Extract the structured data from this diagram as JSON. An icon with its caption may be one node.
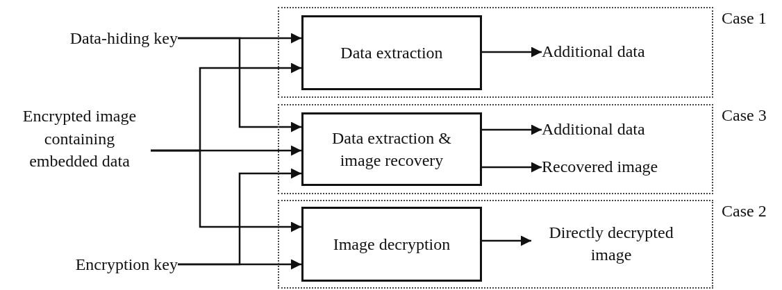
{
  "diagram": {
    "nodes": [
      {
        "text": [
          "Data-hiding key"
        ]
      },
      {
        "text": [
          "Encrypted image containing embedded data"
        ]
      },
      {
        "text": [
          "Encryption key"
        ]
      },
      {
        "text": [
          "Case 1"
        ]
      },
      {
        "text": [
          "Data extraction"
        ],
        "in": 3
      },
      {
        "text": [
          "Additional data"
        ],
        "in": 3
      },
      {
        "text": [
          "Case 3"
        ]
      },
      {
        "text": [
          "Data extraction & image recovery"
        ],
        "in": 6
      },
      {
        "text": [
          "Additional data"
        ],
        "in": 6
      },
      {
        "text": [
          "Recovered image"
        ],
        "in": 6
      },
      {
        "text": [
          "Case 2"
        ]
      },
      {
        "text": [
          "Image decryption"
        ],
        "in": 10
      },
      {
        "text": [
          "Directly decrypted image"
        ],
        "in": 10
      }
    ],
    "edges": [
      {
        "from": 0,
        "to": 4,
        "arrow": "to"
      },
      {
        "from": 0,
        "to": 7,
        "arrow": "to"
      },
      {
        "from": 1,
        "to": 4,
        "arrow": "to"
      },
      {
        "from": 1,
        "to": 7,
        "arrow": "to"
      },
      {
        "from": 1,
        "to": 11,
        "arrow": "to"
      },
      {
        "from": 2,
        "to": 11,
        "arrow": "to"
      },
      {
        "from": 2,
        "to": 7,
        "arrow": "to"
      },
      {
        "from": 4,
        "to": 5,
        "arrow": "to"
      },
      {
        "from": 7,
        "to": 8,
        "arrow": "to"
      },
      {
        "from": 7,
        "to": 9,
        "arrow": "to"
      },
      {
        "from": 11,
        "to": 12,
        "arrow": "to"
      }
    ]
  }
}
